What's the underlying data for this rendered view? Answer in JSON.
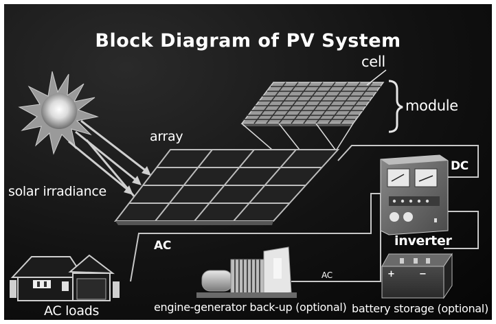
{
  "title": "Block Diagram of PV System",
  "labels": {
    "cell": "cell",
    "module": "module",
    "array": "array",
    "solar_irradiance": "solar irradiance",
    "dc": "DC",
    "ac_top": "AC",
    "ac_mid": "AC",
    "inverter": "inverter",
    "ac_loads": "AC loads",
    "engine_generator": "engine-generator back-up (optional)",
    "battery_storage": "battery storage (optional)",
    "battery_plus": "+",
    "battery_minus": "−"
  },
  "icons": {
    "sun": "sun-icon",
    "house": "house-icon",
    "generator": "generator-icon",
    "inverter": "inverter-icon",
    "battery": "battery-icon"
  },
  "colors": {
    "background": "#111111",
    "panel_cell": "#6f6f6f",
    "array_cell": "#2a2a2a",
    "wire": "#bfbfbf",
    "text": "#ffffff"
  }
}
